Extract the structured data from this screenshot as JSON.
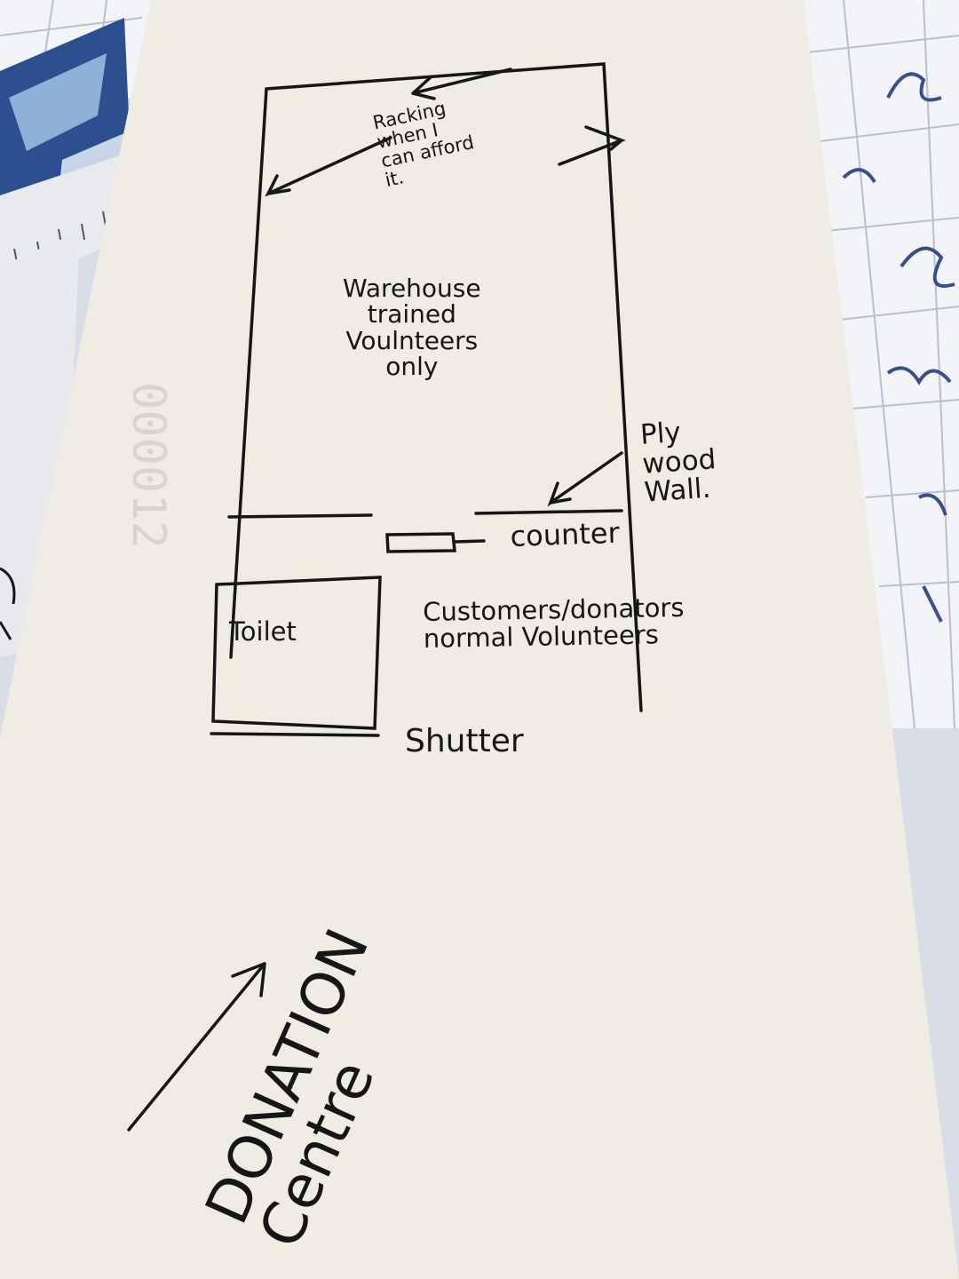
{
  "annotations": {
    "racking": [
      "Racking",
      "when I",
      "can afford",
      "it."
    ],
    "warehouse": [
      "Warehouse",
      "trained",
      "Voulnteers",
      "only"
    ],
    "plywood": [
      "Ply",
      "wood",
      "Wall."
    ],
    "counter": "counter",
    "toilet": "Toilet",
    "customers": [
      "Customers/donators",
      "normal Volunteers"
    ],
    "shutter": "Shutter",
    "donation": [
      "DONATION",
      "Centre"
    ]
  },
  "colors": {
    "paper": "#eeece3",
    "ink": "#161616",
    "desk": "#d9dde6",
    "grid_paper": "#f3f4f7",
    "blue_print": "#3a4f8a"
  }
}
